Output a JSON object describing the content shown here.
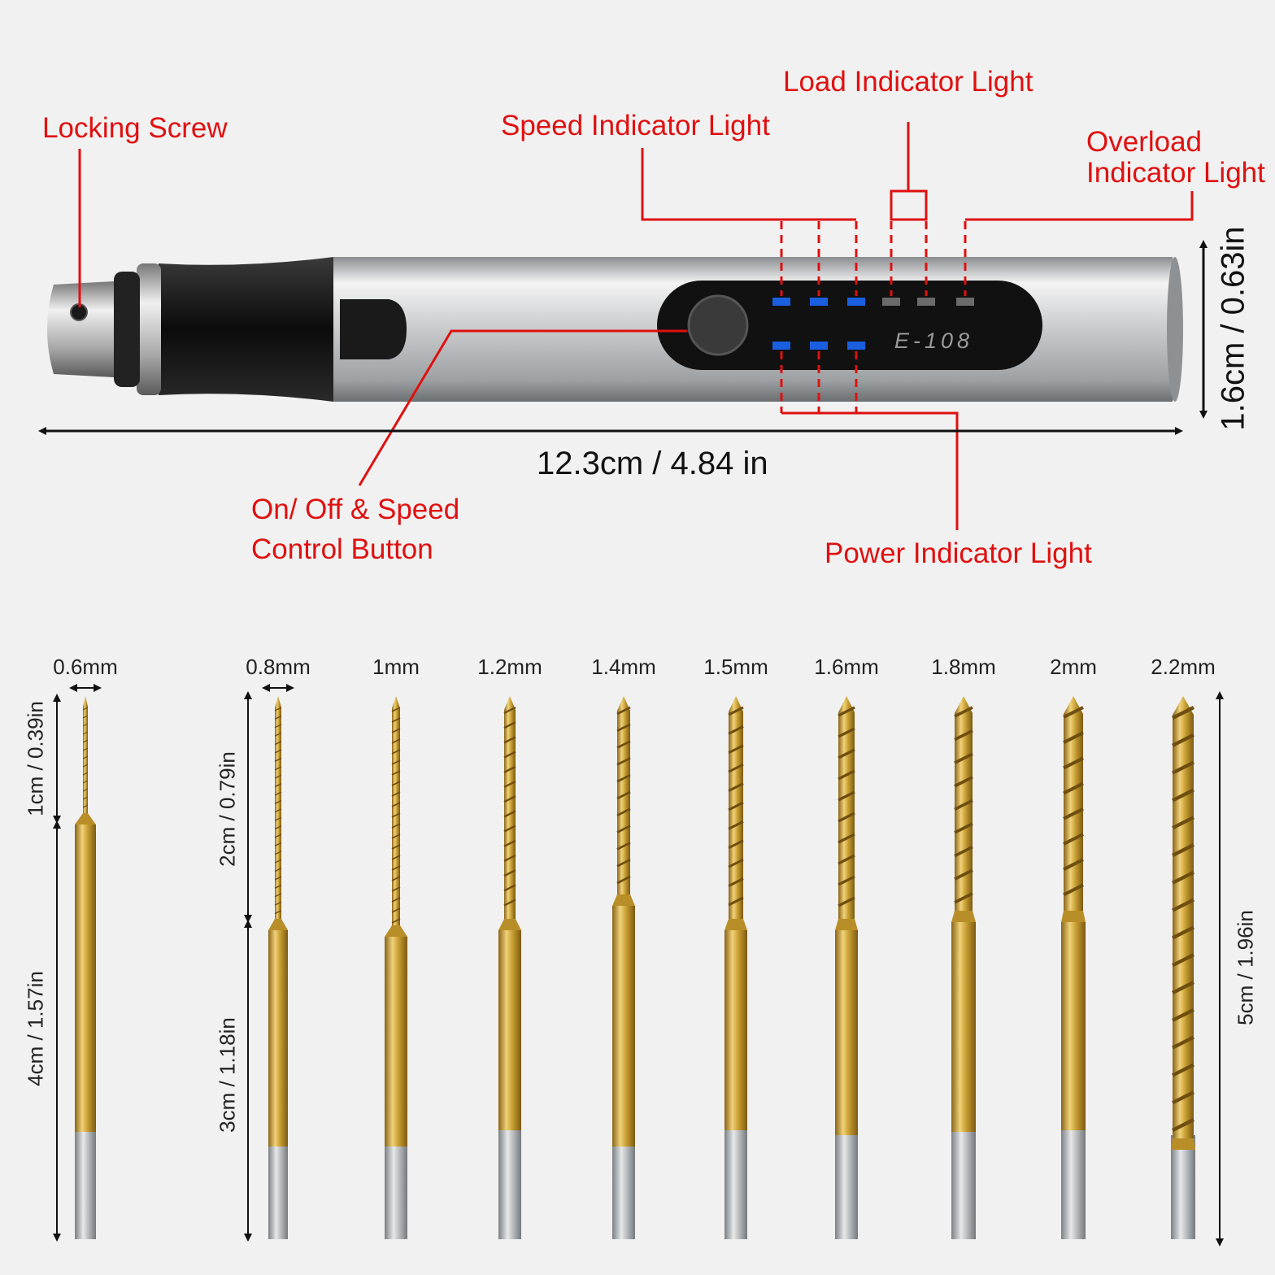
{
  "callouts": {
    "locking_screw": "Locking Screw",
    "speed_indicator": "Speed Indicator Light",
    "load_indicator": "Load Indicator Light",
    "overload_indicator_line1": "Overload",
    "overload_indicator_line2": "Indicator Light",
    "on_off_line1": "On/ Off & Speed",
    "on_off_line2": "Control Button",
    "power_indicator": "Power Indicator Light"
  },
  "device": {
    "model": "E-108",
    "length_label": "12.3cm / 4.84 in",
    "diameter_label": "1.6cm / 0.63in"
  },
  "bits": {
    "sizes": [
      "0.6mm",
      "0.8mm",
      "1mm",
      "1.2mm",
      "1.4mm",
      "1.5mm",
      "1.6mm",
      "1.8mm",
      "2mm",
      "2.2mm"
    ],
    "small_tip_label": "1cm / 0.39in",
    "small_shank_label": "4cm / 1.57in",
    "tip_label": "2cm / 0.79in",
    "shank_label": "3cm / 1.18in",
    "total_label": "5cm / 1.96in"
  },
  "colors": {
    "callout": "#e01010",
    "led_blue": "#1a5fe0",
    "led_grey": "#6b6b6b",
    "gold": "#c9a033",
    "steel": "#b8bcc0"
  }
}
